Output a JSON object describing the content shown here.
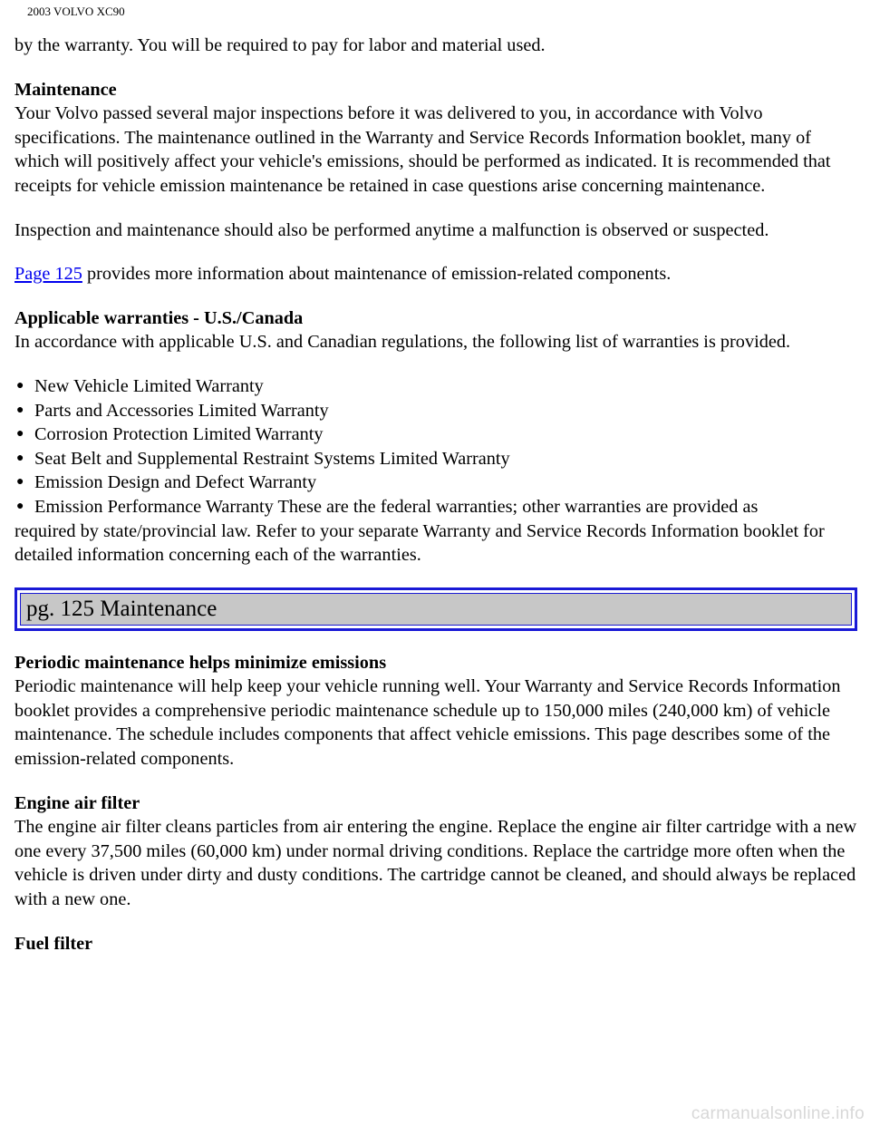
{
  "header": {
    "title": "2003 VOLVO XC90"
  },
  "content": {
    "intro_line": "by the warranty. You will be required to pay for labor and material used.",
    "maintenance": {
      "heading": "Maintenance",
      "body": "Your Volvo passed several major inspections before it was delivered to you, in accordance with Volvo specifications. The maintenance outlined in the Warranty and Service Records Information booklet, many of which will positively affect your vehicle's emissions, should be performed as indicated. It is recommended that receipts for vehicle emission maintenance be retained in case questions arise concerning maintenance."
    },
    "inspection": "Inspection and maintenance should also be performed anytime a malfunction is observed or suspected.",
    "page_ref": {
      "link_text": "Page 125",
      "text": " provides more information about maintenance of emission-related components."
    },
    "warranties": {
      "heading": "Applicable warranties - U.S./Canada",
      "body": "In accordance with applicable U.S. and Canadian regulations, the following list of warranties is provided.",
      "items": [
        "New Vehicle Limited Warranty",
        "Parts and Accessories Limited Warranty",
        "Corrosion Protection Limited Warranty",
        "Seat Belt and Supplemental Restraint Systems Limited Warranty",
        "Emission Design and Defect Warranty",
        "Emission Performance Warranty These are the federal warranties; other warranties are provided as"
      ],
      "continuation": "required by state/provincial law. Refer to your separate Warranty and Service Records Information booklet for detailed information concerning each of the warranties."
    },
    "section_banner": "pg. 125 Maintenance",
    "periodic": {
      "heading": "Periodic maintenance helps minimize emissions",
      "body": "Periodic maintenance will help keep your vehicle running well. Your Warranty and Service Records Information booklet provides a comprehensive periodic maintenance schedule up to 150,000 miles (240,000 km) of vehicle maintenance. The schedule includes components that affect vehicle emissions. This page describes some of the emission-related components."
    },
    "air_filter": {
      "heading": "Engine air filter",
      "body": "The engine air filter cleans particles from air entering the engine. Replace the engine air filter cartridge with a new one every 37,500 miles (60,000 km) under normal driving conditions. Replace the cartridge more often when the vehicle is driven under dirty and dusty conditions. The cartridge cannot be cleaned, and should always be replaced with a new one."
    },
    "fuel_filter": {
      "heading": "Fuel filter"
    }
  },
  "bullet_glyph": "●",
  "watermark": "carmanualsonline.info"
}
